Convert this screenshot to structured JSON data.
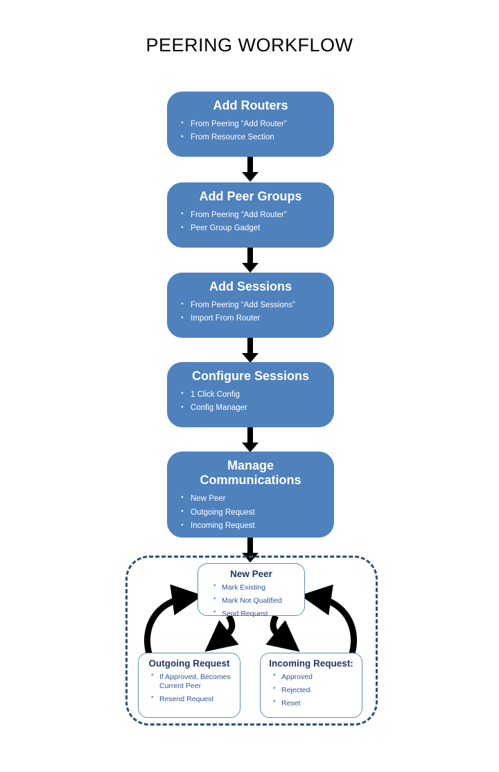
{
  "title": "PEERING WORKFLOW",
  "colors": {
    "step_fill": "#4f81bd",
    "step_text": "#ffffff",
    "dashed_border": "#2c4f76",
    "sub_border": "#5b8bc4",
    "sub_title_text": "#1f3864",
    "sub_body_text": "#2f5597",
    "arrow": "#000000",
    "background": "#ffffff"
  },
  "steps": [
    {
      "title": "Add Routers",
      "items": [
        "From  Peering “Add Router”",
        "From Resource Section"
      ]
    },
    {
      "title": "Add Peer Groups",
      "items": [
        "From  Peering “Add Router”",
        "Peer Group Gadget"
      ]
    },
    {
      "title": "Add Sessions",
      "items": [
        "From  Peering “Add Sessions”",
        "Import  From Router"
      ]
    },
    {
      "title": "Configure Sessions",
      "items": [
        "1 Click Config",
        "Config Manager"
      ]
    },
    {
      "title": "Manage\nCommunications",
      "title_line1": "Manage",
      "title_line2": "Communications",
      "items": [
        "New Peer",
        "Outgoing Request",
        "Incoming Request"
      ]
    }
  ],
  "communication_cycle": {
    "new_peer": {
      "title": "New Peer",
      "items": [
        "Mark Existing",
        "Mark Not Qualified",
        "Send Request"
      ]
    },
    "outgoing_request": {
      "title": "Outgoing Request",
      "items": [
        "If Approved, Becomes Current Peer",
        "Resend Request"
      ]
    },
    "incoming_request": {
      "title": "Incoming Request:",
      "items": [
        "Approved",
        "Rejected",
        "Reset"
      ]
    }
  },
  "icons": {
    "down_arrow": "down-arrow-icon",
    "curved_arrow": "curved-arrow-icon"
  }
}
